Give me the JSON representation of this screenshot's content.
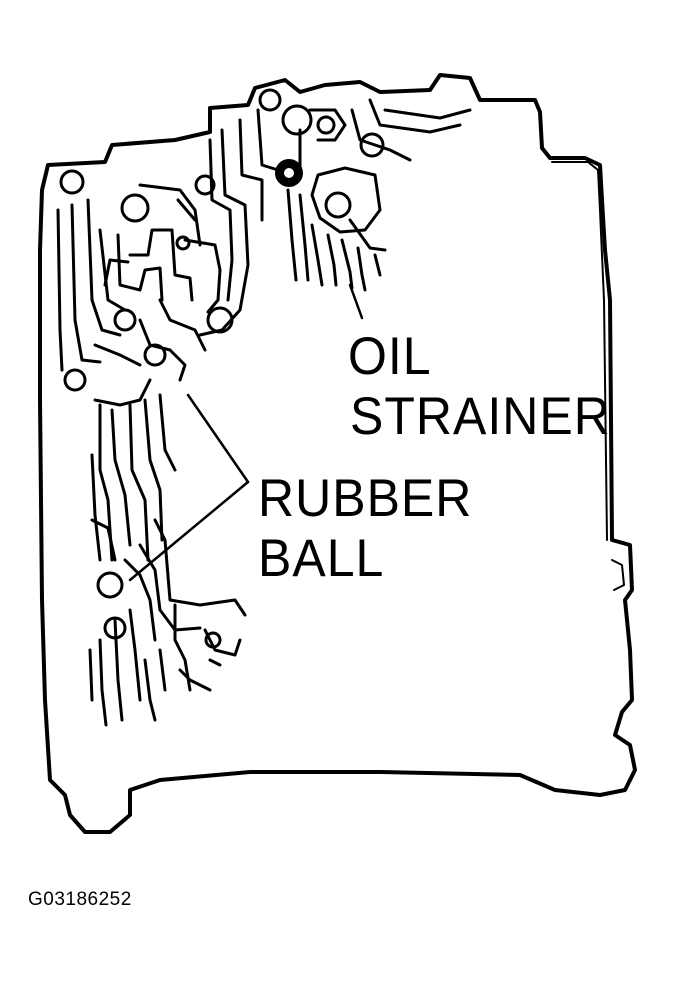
{
  "labels": {
    "oil": "OIL",
    "strainer": "STRAINER",
    "rubber": "RUBBER",
    "ball": "BALL"
  },
  "figure_id": "G03186252",
  "colors": {
    "line": "#000000",
    "background": "#ffffff"
  }
}
